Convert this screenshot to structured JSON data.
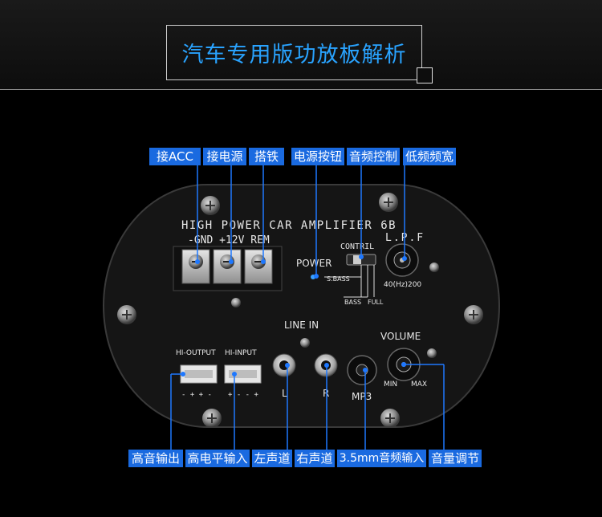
{
  "header": {
    "title": "汽车专用版功放板解析"
  },
  "callouts_top": [
    {
      "label": "接ACC"
    },
    {
      "label": "接电源"
    },
    {
      "label": "搭铁"
    },
    {
      "label": "电源按钮"
    },
    {
      "label": "音频控制"
    },
    {
      "label": "低频频宽"
    }
  ],
  "callouts_bottom": [
    {
      "label": "高音输出"
    },
    {
      "label": "高电平输入"
    },
    {
      "label": "左声道"
    },
    {
      "label": "右声道"
    },
    {
      "label": "3.5mm音频输入"
    },
    {
      "label": "音量调节"
    }
  ],
  "panel": {
    "model_text": "HIGH POWER CAR AMPLIFIER 6B",
    "terminal_labels": "-GND +12V REM",
    "power_label": "POWER",
    "contril_label": "CONTRIL",
    "lpf_label": "L.P.F",
    "sbass_label": "S.BASS",
    "bass_label": "BASS",
    "full_label": "FULL",
    "lpf_range": "40(Hz)200",
    "line_in_label": "LINE IN",
    "volume_label": "VOLUME",
    "hi_output_label": "HI-OUTPUT",
    "hi_input_label": "HI-INPUT",
    "hi_output_pins": "- + + -",
    "hi_input_pins": "+ - - +",
    "l_label": "L",
    "r_label": "R",
    "mp3_label": "MP3",
    "min_label": "MIN",
    "max_label": "MAX"
  }
}
